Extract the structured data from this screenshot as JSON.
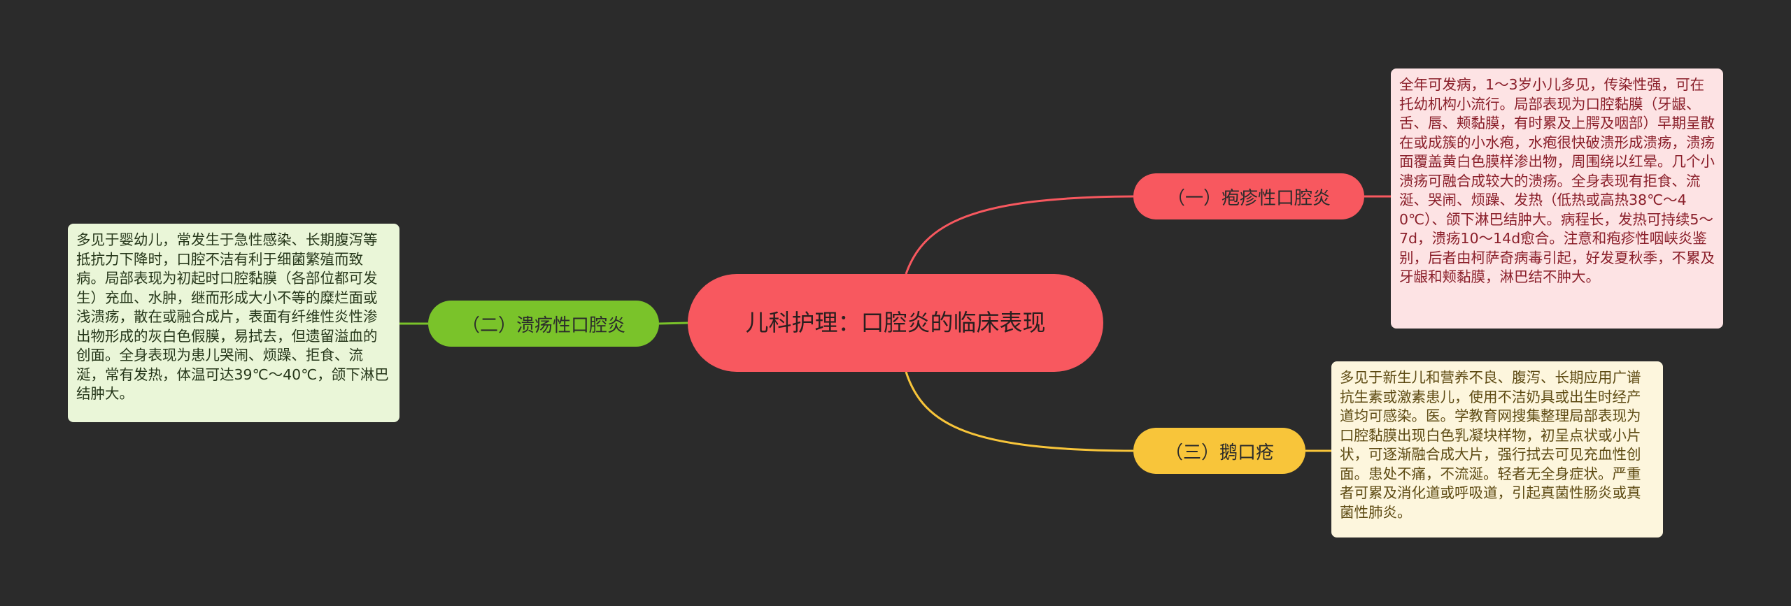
{
  "colors": {
    "background": "#2b2b2b",
    "root": "#f8585f",
    "branch_1": "#f8585f",
    "branch_2": "#7ac32a",
    "branch_3": "#f8c53a",
    "leaf_1": "#fde3e4",
    "leaf_2": "#eaf6d8",
    "leaf_3": "#fdf6dd"
  },
  "root": {
    "title": "儿科护理：口腔炎的临床表现"
  },
  "branches": [
    {
      "label": "（一）疱疹性口腔炎",
      "detail": "全年可发病，1～3岁小儿多见，传染性强，可在托幼机构小流行。局部表现为口腔黏膜（牙龈、舌、唇、颊黏膜，有时累及上腭及咽部）早期呈散在或成簇的小水疱，水疱很快破溃形成溃疡，溃疡面覆盖黄白色膜样渗出物，周围绕以红晕。几个小溃疡可融合成较大的溃疡。全身表现有拒食、流涎、哭闹、烦躁、发热（低热或高热38℃～40℃）、颌下淋巴结肿大。病程长，发热可持续5～7d，溃疡10～14d愈合。注意和疱疹性咽峡炎鉴别，后者由柯萨奇病毒引起，好发夏秋季，不累及牙龈和颊黏膜，淋巴结不肿大。"
    },
    {
      "label": "（二）溃疡性口腔炎",
      "detail": "多见于婴幼儿，常发生于急性感染、长期腹泻等抵抗力下降时，口腔不洁有利于细菌繁殖而致病。局部表现为初起时口腔黏膜（各部位都可发生）充血、水肿，继而形成大小不等的糜烂面或浅溃疡，散在或融合成片，表面有纤维性炎性渗出物形成的灰白色假膜，易拭去，但遗留溢血的创面。全身表现为患儿哭闹、烦躁、拒食、流涎，常有发热，体温可达39℃～40℃，颌下淋巴结肿大。"
    },
    {
      "label": "（三）鹅口疮",
      "detail": "多见于新生儿和营养不良、腹泻、长期应用广谱抗生素或激素患儿，使用不洁奶具或出生时经产道均可感染。医。学教育网搜集整理局部表现为口腔黏膜出现白色乳凝块样物，初呈点状或小片状，可逐渐融合成大片，强行拭去可见充血性创面。患处不痛，不流涎。轻者无全身症状。严重者可累及消化道或呼吸道，引起真菌性肠炎或真菌性肺炎。"
    }
  ]
}
